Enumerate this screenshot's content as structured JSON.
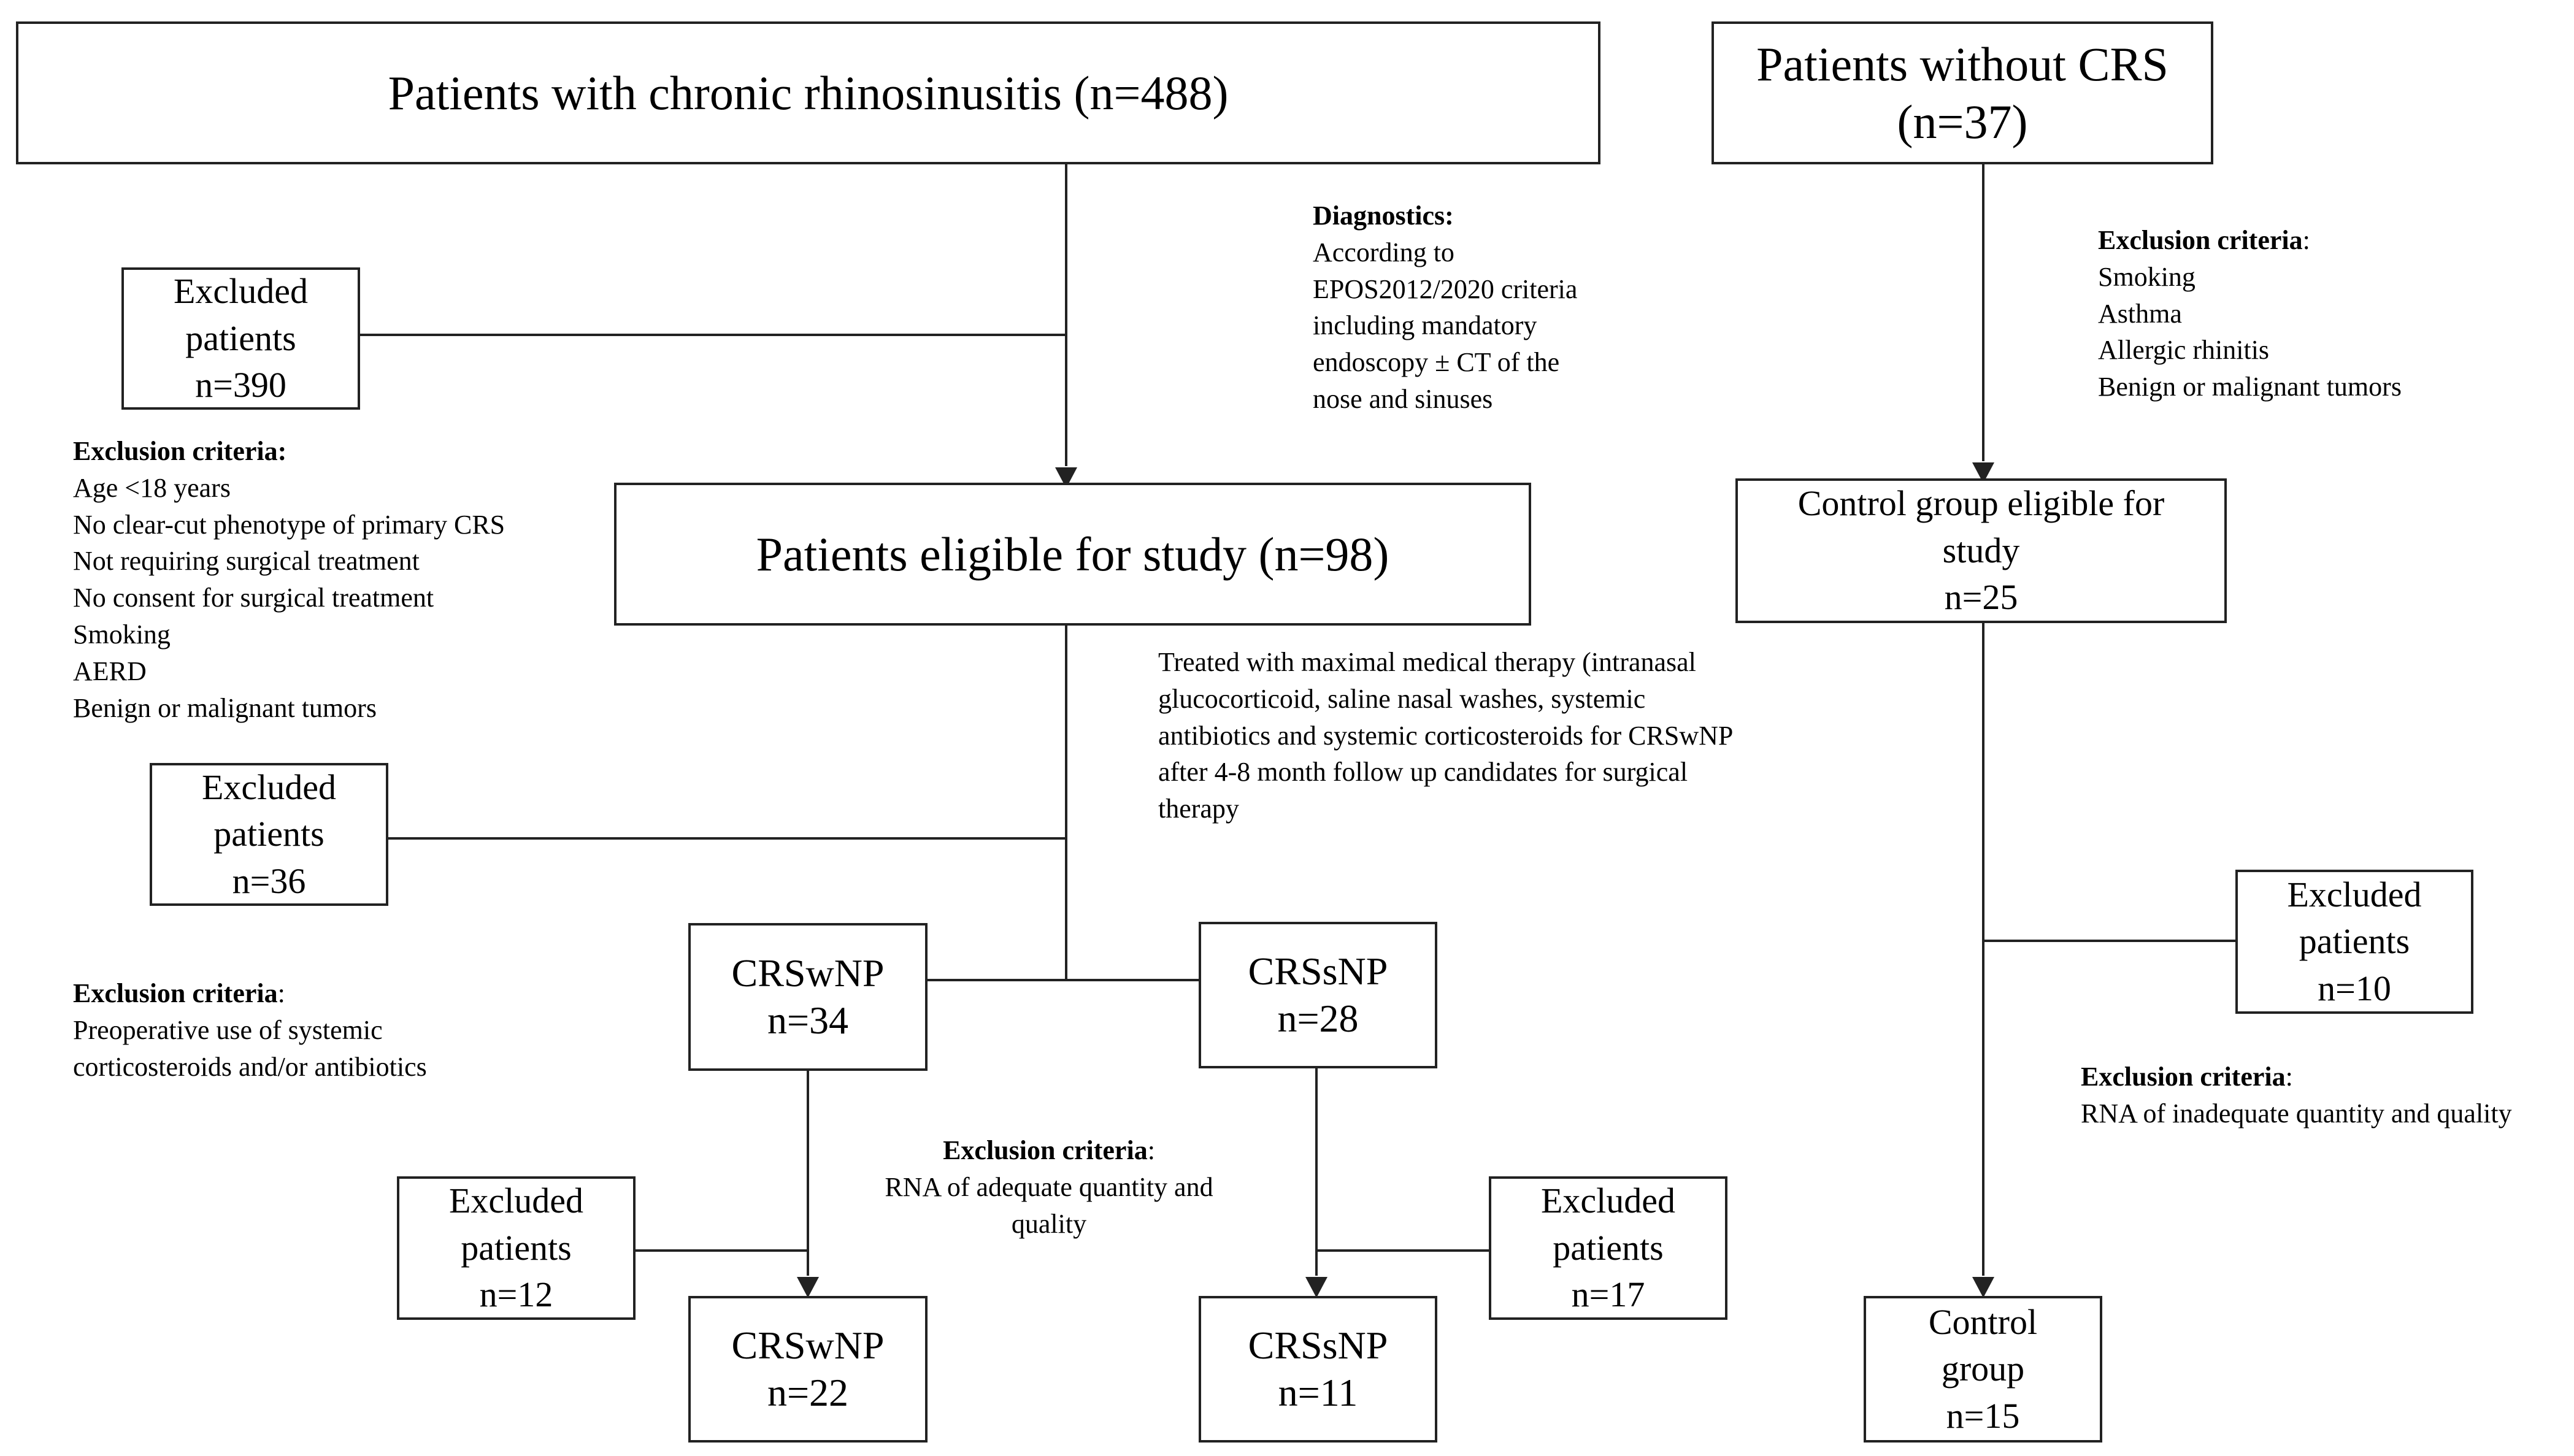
{
  "boxes": {
    "crs_all": "Patients with chronic rhinosinusitis  (n=488)",
    "no_crs": {
      "line1": "Patients without CRS",
      "line2": "(n=37)"
    },
    "excluded_390": {
      "line1": "Excluded",
      "line2": "patients",
      "line3": "n=390"
    },
    "eligible": "Patients eligible  for study (n=98)",
    "control_eligible": {
      "line1": "Control group eligible  for",
      "line2": "study",
      "line3": "n=25"
    },
    "excluded_36": {
      "line1": "Excluded",
      "line2": "patients",
      "line3": "n=36"
    },
    "crswnp_34": {
      "line1": "CRSwNP",
      "line2": "n=34"
    },
    "crssnp_28": {
      "line1": "CRSsNP",
      "line2": "n=28"
    },
    "excluded_10": {
      "line1": "Excluded",
      "line2": "patients",
      "line3": "n=10"
    },
    "excluded_12": {
      "line1": "Excluded",
      "line2": "patients",
      "line3": "n=12"
    },
    "excluded_17": {
      "line1": "Excluded",
      "line2": "patients",
      "line3": "n=17"
    },
    "crswnp_22": {
      "line1": "CRSwNP",
      "line2": "n=22"
    },
    "crssnp_11": {
      "line1": "CRSsNP",
      "line2": "n=11"
    },
    "control_15": {
      "line1": "Control",
      "line2": "group",
      "line3": "n=15"
    }
  },
  "notes": {
    "diagnostics": {
      "heading": "Diagnostics:",
      "lines": [
        "According to",
        "EPOS2012/2020 criteria",
        "including  mandatory",
        "endoscopy ± CT of the",
        "nose and sinuses"
      ]
    },
    "exclusion_control": {
      "heading": "Exclusion criteria",
      "suffix": ":",
      "lines": [
        "Smoking",
        "Asthma",
        "Allergic rhinitis",
        "Benign  or malignant  tumors"
      ]
    },
    "exclusion_main": {
      "heading": "Exclusion criteria:",
      "lines": [
        "Age <18  years",
        "No clear-cut phenotype of primary CRS",
        "Not requiring  surgical treatment",
        "No consent for surgical treatment",
        "Smoking",
        "AERD",
        "Benign or malignant tumors"
      ]
    },
    "treatment": {
      "lines": [
        "Treated with maximal medical therapy (intranasal",
        "glucocorticoid,  saline nasal washes, systemic",
        "antibiotics  and systemic corticosteroids for CRSwNP",
        "after 4-8 month follow up candidates for surgical",
        "therapy"
      ]
    },
    "exclusion_preop": {
      "heading": "Exclusion criteria",
      "suffix": ":",
      "lines": [
        "Preoperative use of systemic",
        "corticosteroids and/or antibiotics"
      ]
    },
    "exclusion_rna_adequate": {
      "heading": "Exclusion criteria",
      "suffix": ":",
      "lines": [
        "RNA of adequate quantity and",
        "quality"
      ]
    },
    "exclusion_rna_inadequate": {
      "heading": "Exclusion criteria",
      "suffix": ":",
      "lines": [
        "RNA of inadequate quantity and quality"
      ]
    }
  }
}
